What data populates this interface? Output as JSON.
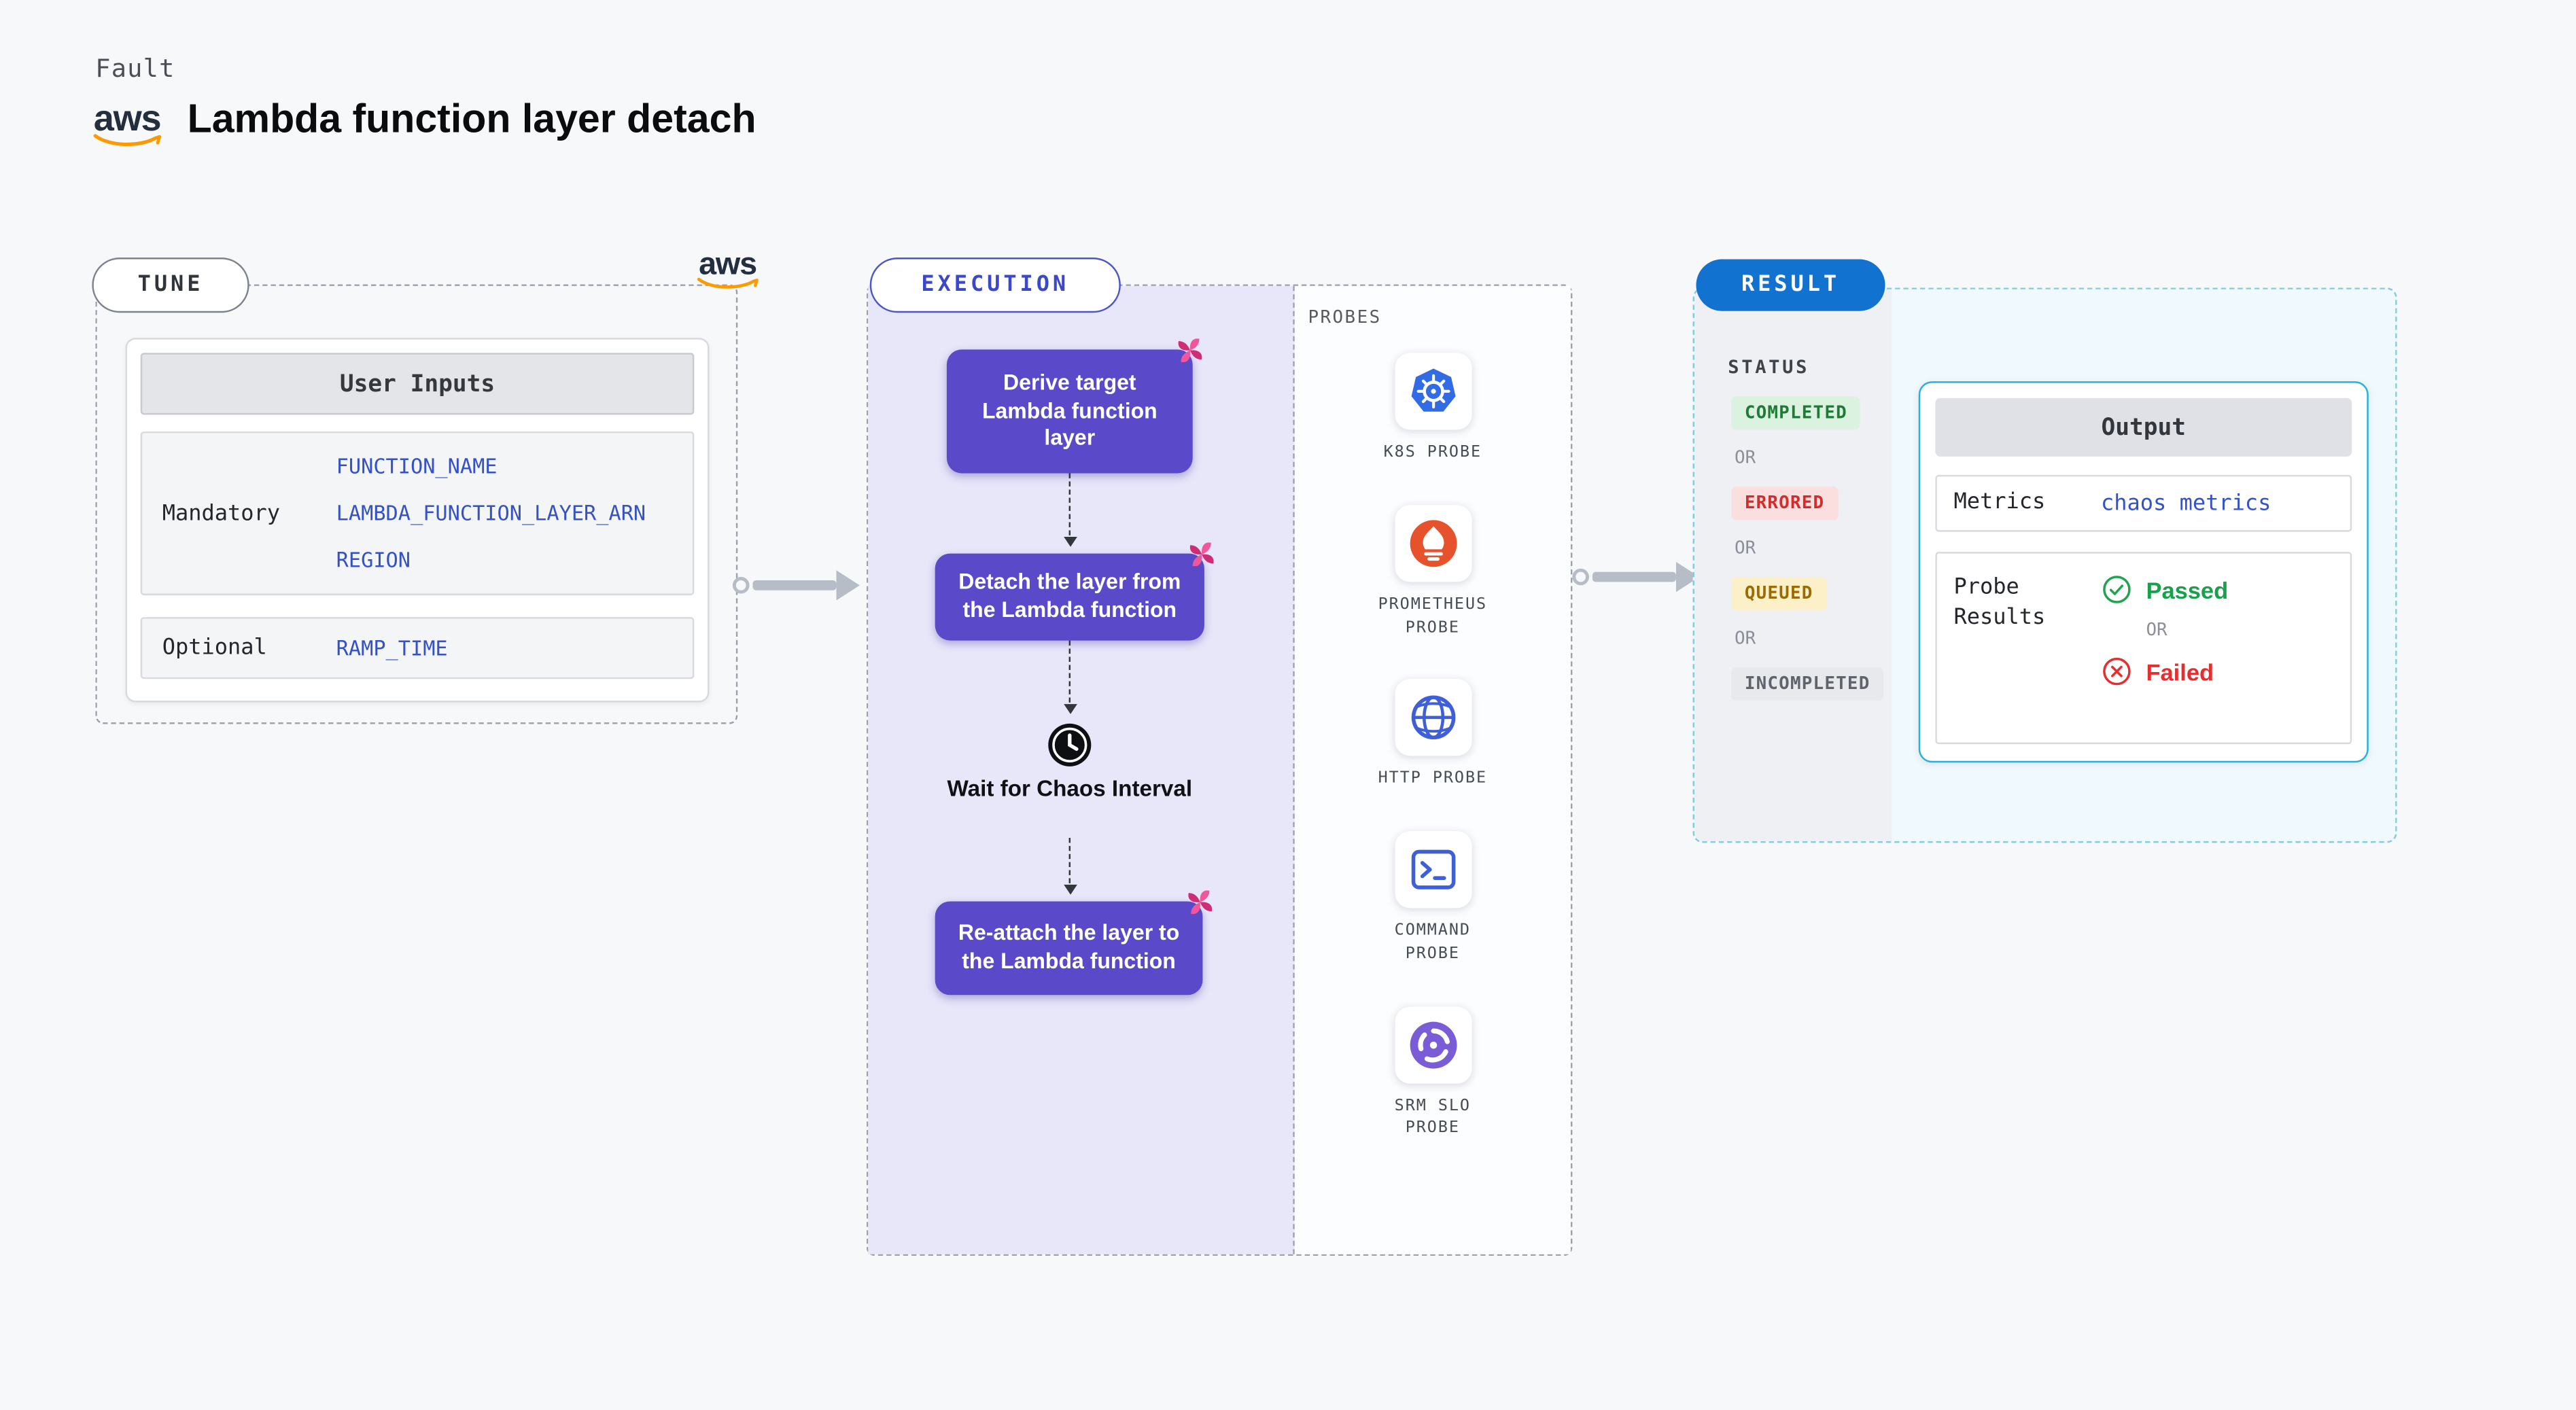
{
  "header": {
    "fault_label": "Fault",
    "title": "Lambda function layer detach",
    "aws_text": "aws"
  },
  "tune": {
    "pill": "TUNE",
    "card_title": "User Inputs",
    "mandatory_label": "Mandatory",
    "mandatory_values": [
      "FUNCTION_NAME",
      "LAMBDA_FUNCTION_LAYER_ARN",
      "REGION"
    ],
    "optional_label": "Optional",
    "optional_values": [
      "RAMP_TIME"
    ]
  },
  "execution": {
    "pill": "EXECUTION",
    "step1": "Derive target Lambda function layer",
    "step2": "Detach the layer from the Lambda function",
    "wait_label": "Wait for Chaos Interval",
    "step3": "Re-attach the layer to the Lambda function"
  },
  "probes": {
    "title": "PROBES",
    "items": [
      {
        "label": "K8S PROBE",
        "icon": "kubernetes-icon"
      },
      {
        "label": "PROMETHEUS PROBE",
        "icon": "prometheus-icon"
      },
      {
        "label": "HTTP PROBE",
        "icon": "http-globe-icon"
      },
      {
        "label": "COMMAND PROBE",
        "icon": "command-terminal-icon"
      },
      {
        "label": "SRM SLO PROBE",
        "icon": "srm-slo-icon"
      }
    ]
  },
  "result": {
    "pill": "RESULT",
    "status_label": "STATUS",
    "or_label": "OR",
    "statuses": [
      {
        "label": "COMPLETED",
        "type": "success"
      },
      {
        "label": "ERRORED",
        "type": "error"
      },
      {
        "label": "QUEUED",
        "type": "warning"
      },
      {
        "label": "INCOMPLETED",
        "type": "muted"
      }
    ],
    "output": {
      "title": "Output",
      "metrics_label": "Metrics",
      "metrics_value": "chaos metrics",
      "probe_results_label": "Probe Results",
      "passed_label": "Passed",
      "failed_label": "Failed"
    }
  },
  "colors": {
    "background": "#f7f8fa",
    "step_purple": "#5a49c8",
    "exec_panel_purple": "#e8e6f9",
    "code_blue": "#3451c6",
    "result_pill_blue": "#1173cf",
    "output_border_cyan": "#25b3da",
    "passed_green": "#18a14b",
    "failed_red": "#e32f2f",
    "chaos_pink": "#e8418e",
    "aws_orange": "#ff9900"
  }
}
